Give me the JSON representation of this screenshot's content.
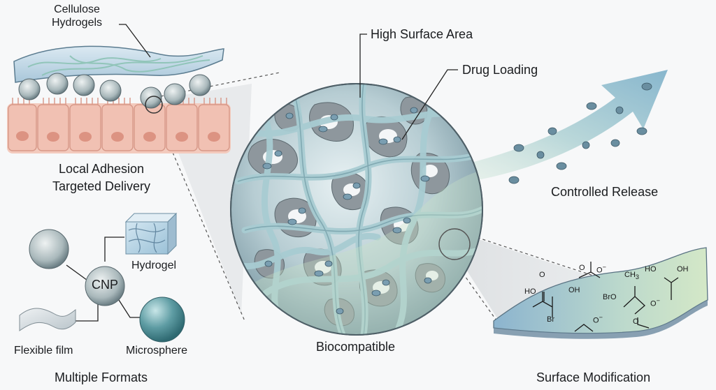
{
  "labels": {
    "cellulose_hydrogels": [
      "Cellulose",
      "Hydrogels"
    ],
    "local_adhesion": [
      "Local Adhesion",
      "Targeted Delivery"
    ],
    "high_surface_area": "High Surface Area",
    "drug_loading": "Drug Loading",
    "controlled_release": "Controlled Release",
    "biocompatible": "Biocompatible",
    "multiple_formats": "Multiple Formats",
    "surface_modification": "Surface Modification",
    "cnp": "CNP",
    "hydrogel": "Hydrogel",
    "flexible_film": "Flexible film",
    "microsphere": "Microsphere"
  },
  "chemistry": {
    "O": "O",
    "HO": "HO",
    "OH": "OH",
    "Br": "Br",
    "BrO": "BrO",
    "CH3": "CH",
    "sub3": "3",
    "O_minus": "O",
    "minus": "−",
    "HO_OH": "HO",
    "OH2": "OH"
  },
  "colors": {
    "tissue": "#f1c3b8",
    "tissue_dark": "#d99a8c",
    "fiber": "#a9ccd3",
    "fiber_dark": "#6c8e98",
    "pore": "#8c959c",
    "arrow_start": "#d8ebd9",
    "arrow_end": "#7fb0c8",
    "surface_start": "#8fb7d1",
    "surface_end": "#c9e1c0",
    "microsphere": "#5e9ca3"
  }
}
